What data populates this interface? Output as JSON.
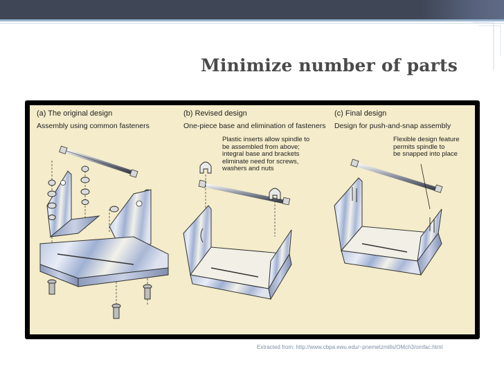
{
  "slide": {
    "title": "Minimize number of parts",
    "caption": "Extracted from: http://www.cbpa.ewu.edu/~pnemetzmills/OMch3/omfac.html"
  },
  "figure": {
    "panels": [
      {
        "title": "(a) The original design",
        "subtitle": "Assembly using common fasteners"
      },
      {
        "title": "(b) Revised design",
        "subtitle": "One-piece base and elimination of fasteners",
        "note": [
          "Plastic inserts allow spindle to",
          "be assembled from above;",
          "integral base and brackets",
          "eliminate need for screws,",
          "washers and nuts"
        ]
      },
      {
        "title": "(c) Final design",
        "subtitle": "Design for push-and-snap assembly",
        "note": [
          "Flexible design feature",
          "permits spindle to",
          "be snapped into place"
        ]
      }
    ]
  },
  "colors": {
    "background_panel": "#f4ecca",
    "frame": "#000000",
    "title": "#4a4a4a",
    "topbar": "#3f4656"
  }
}
